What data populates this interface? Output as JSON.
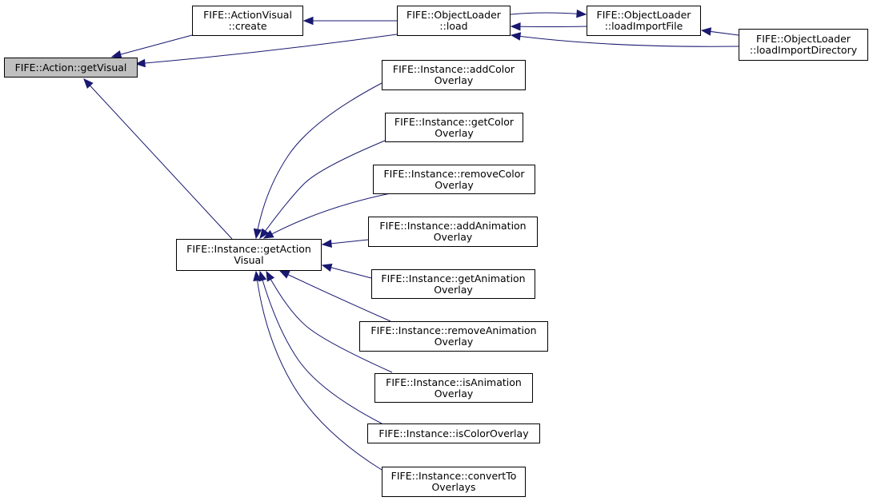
{
  "colors": {
    "edge": "#191970",
    "node_border": "#000000",
    "root_fill": "#bfbfbf",
    "node_fill": "#ffffff"
  },
  "nodes": [
    {
      "id": "getVisual",
      "lines": [
        "FIFE::Action::getVisual"
      ],
      "root": true
    },
    {
      "id": "avCreate",
      "lines": [
        "FIFE::ActionVisual",
        "::create"
      ]
    },
    {
      "id": "olLoad",
      "lines": [
        "FIFE::ObjectLoader",
        "::load"
      ]
    },
    {
      "id": "olImportFile",
      "lines": [
        "FIFE::ObjectLoader",
        "::loadImportFile"
      ]
    },
    {
      "id": "olImportDir",
      "lines": [
        "FIFE::ObjectLoader",
        "::loadImportDirectory"
      ]
    },
    {
      "id": "getActionVisual",
      "lines": [
        "FIFE::Instance::getAction",
        "Visual"
      ]
    },
    {
      "id": "addColor",
      "lines": [
        "FIFE::Instance::addColor",
        "Overlay"
      ]
    },
    {
      "id": "getColor",
      "lines": [
        "FIFE::Instance::getColor",
        "Overlay"
      ]
    },
    {
      "id": "removeColor",
      "lines": [
        "FIFE::Instance::removeColor",
        "Overlay"
      ]
    },
    {
      "id": "addAnim",
      "lines": [
        "FIFE::Instance::addAnimation",
        "Overlay"
      ]
    },
    {
      "id": "getAnim",
      "lines": [
        "FIFE::Instance::getAnimation",
        "Overlay"
      ]
    },
    {
      "id": "removeAnim",
      "lines": [
        "FIFE::Instance::removeAnimation",
        "Overlay"
      ]
    },
    {
      "id": "isAnim",
      "lines": [
        "FIFE::Instance::isAnimation",
        "Overlay"
      ]
    },
    {
      "id": "isColor",
      "lines": [
        "FIFE::Instance::isColorOverlay"
      ]
    },
    {
      "id": "convertTo",
      "lines": [
        "FIFE::Instance::convertTo",
        "Overlays"
      ]
    }
  ],
  "edges": [
    {
      "from": "avCreate",
      "to": "getVisual"
    },
    {
      "from": "olLoad",
      "to": "avCreate"
    },
    {
      "from": "olLoad",
      "to": "getVisual"
    },
    {
      "from": "olLoad",
      "to": "olImportFile"
    },
    {
      "from": "olImportFile",
      "to": "olLoad"
    },
    {
      "from": "olImportDir",
      "to": "olImportFile"
    },
    {
      "from": "olImportDir",
      "to": "olLoad"
    },
    {
      "from": "getActionVisual",
      "to": "getVisual"
    },
    {
      "from": "addColor",
      "to": "getActionVisual"
    },
    {
      "from": "getColor",
      "to": "getActionVisual"
    },
    {
      "from": "removeColor",
      "to": "getActionVisual"
    },
    {
      "from": "addAnim",
      "to": "getActionVisual"
    },
    {
      "from": "getAnim",
      "to": "getActionVisual"
    },
    {
      "from": "removeAnim",
      "to": "getActionVisual"
    },
    {
      "from": "isAnim",
      "to": "getActionVisual"
    },
    {
      "from": "isColor",
      "to": "getActionVisual"
    },
    {
      "from": "convertTo",
      "to": "getActionVisual"
    }
  ]
}
